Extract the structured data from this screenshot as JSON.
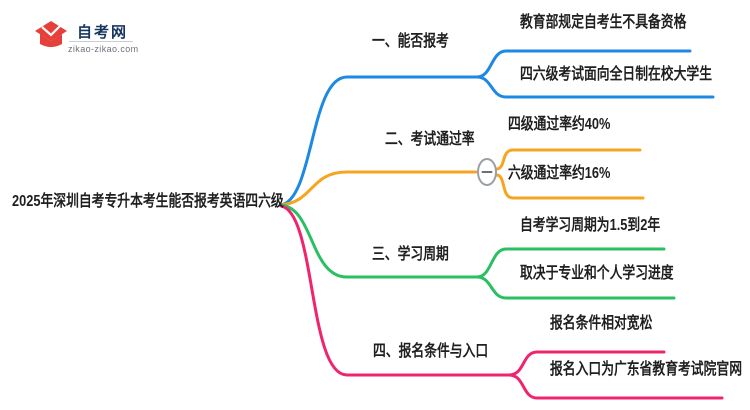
{
  "logo": {
    "title": "自考网",
    "domain": "zikao-zikao.com",
    "colors": {
      "navy": "#16365c",
      "red": "#e6403a",
      "blue": "#1a6fc4",
      "gray": "#6d737b"
    }
  },
  "root": {
    "label": "2025年深圳自考专升本考生能否报考英语四六级"
  },
  "branches": [
    {
      "label": "一、能否报考",
      "color": "#1e88e5",
      "children": [
        "教育部规定自考生不具备资格",
        "四六级考试面向全日制在校大学生"
      ]
    },
    {
      "label": "二、考试通过率",
      "color": "#f7a420",
      "collapse_symbol": "−",
      "children": [
        "四级通过率约40%",
        "六级通过率约16%"
      ]
    },
    {
      "label": "三、学习周期",
      "color": "#2abf62",
      "children": [
        "自考学习周期为1.5到2年",
        "取决于专业和个人学习进度"
      ]
    },
    {
      "label": "四、报名条件与入口",
      "color": "#f0246e",
      "children": [
        "报名条件相对宽松",
        "报名入口为广东省教育考试院官网"
      ]
    }
  ]
}
